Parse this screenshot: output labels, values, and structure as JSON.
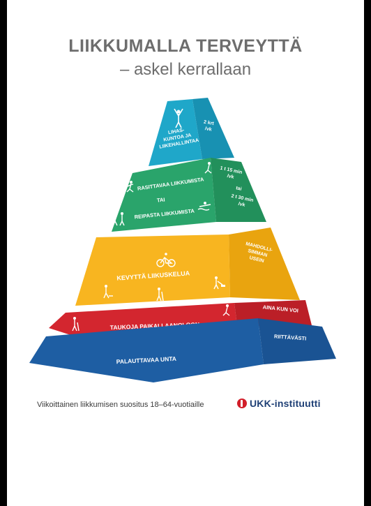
{
  "title": {
    "line1": "LIIKKUMALLA TERVEYTTÄ",
    "line2": "– askel kerrallaan"
  },
  "pyramid": {
    "top": {
      "label_line1": "LIHAS-",
      "label_line2": "KUNTOA JA",
      "label_line3": "LIIKEHALLINTAA",
      "frequency_line1": "2 krt",
      "frequency_line2": "/vk",
      "color": "#1fa7c9"
    },
    "green": {
      "label_a": "RASITTAVAA LIIKKUMISTA",
      "or": "TAI",
      "label_b": "REIPASTA LIIKKUMISTA",
      "amount_a_line1": "1 t 15 min",
      "amount_a_line2": "/vk",
      "amount_or": "tai",
      "amount_b_line1": "2 t 30 min",
      "amount_b_line2": "/vk",
      "color": "#2aa46b"
    },
    "yellow": {
      "label": "KEVYTTÄ LIIKUSKELUA",
      "side_line1": "MAHDOLLI-",
      "side_line2": "SIMMAN",
      "side_line3": "USEIN",
      "color": "#f8b520"
    },
    "red": {
      "label": "TAUKOJA PAIKALLAANOLOON",
      "side": "AINA KUN VOI",
      "color": "#d3262f"
    },
    "blue": {
      "label": "PALAUTTAVAA UNTA",
      "side": "RIITTÄVÄSTI",
      "color": "#1e5ea3"
    }
  },
  "footer": {
    "caption": "Viikoittainen liikkumisen suositus 18–64-vuotiaille",
    "logo": "UKK-instituutti",
    "logo_color": "#1e3f75"
  }
}
